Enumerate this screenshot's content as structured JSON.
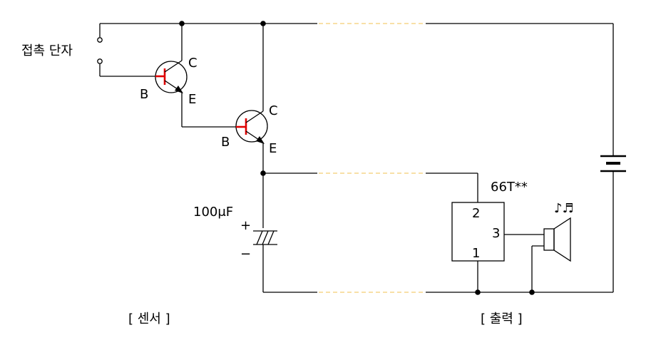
{
  "diagram": {
    "contact_terminal_label": "접촉 단자",
    "transistor1": {
      "collector": "C",
      "base": "B",
      "emitter": "E"
    },
    "transistor2": {
      "collector": "C",
      "base": "B",
      "emitter": "E"
    },
    "capacitor": {
      "value": "100μF",
      "plus": "+",
      "minus": "−"
    },
    "ic": {
      "name": "66T**",
      "pin_top": "2",
      "pin_right": "3",
      "pin_bottom": "1"
    },
    "music_note": "♪♬",
    "section_sensor": "[ 센서 ]",
    "section_output": "[ 출력 ]"
  },
  "colors": {
    "wire": "#000000",
    "base_lead": "#e00000",
    "dashed_break": "#f5d58a"
  }
}
